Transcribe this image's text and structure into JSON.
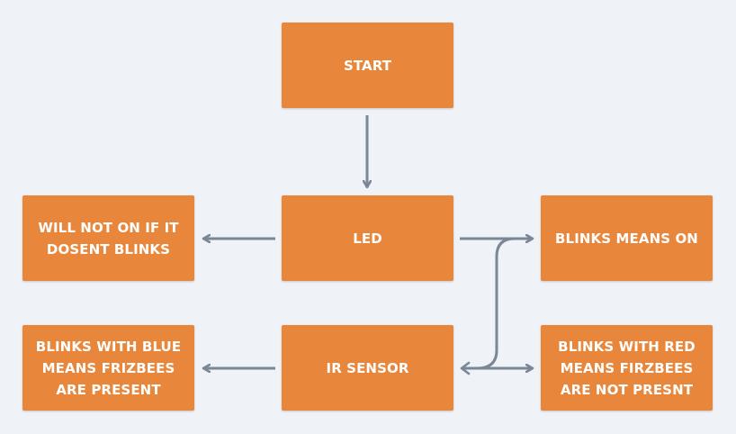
{
  "diagram": {
    "nodes": {
      "start": "START",
      "led": "LED",
      "will_not_on": "WILL NOT ON IF IT\nDOSENT BLINKS",
      "blinks_means_on": "BLINKS MEANS ON",
      "ir_sensor": "IR SENSOR",
      "blinks_blue": "BLINKS WITH BLUE\nMEANS FRIZBEES\nARE PRESENT",
      "blinks_red": "BLINKS WITH RED\nMEANS FIRZBEES\nARE NOT PRESNT"
    },
    "colors": {
      "background": "#eff2f7",
      "node_fill": "#e8863b",
      "node_text": "#ffffff",
      "edge": "#7a8796"
    }
  }
}
